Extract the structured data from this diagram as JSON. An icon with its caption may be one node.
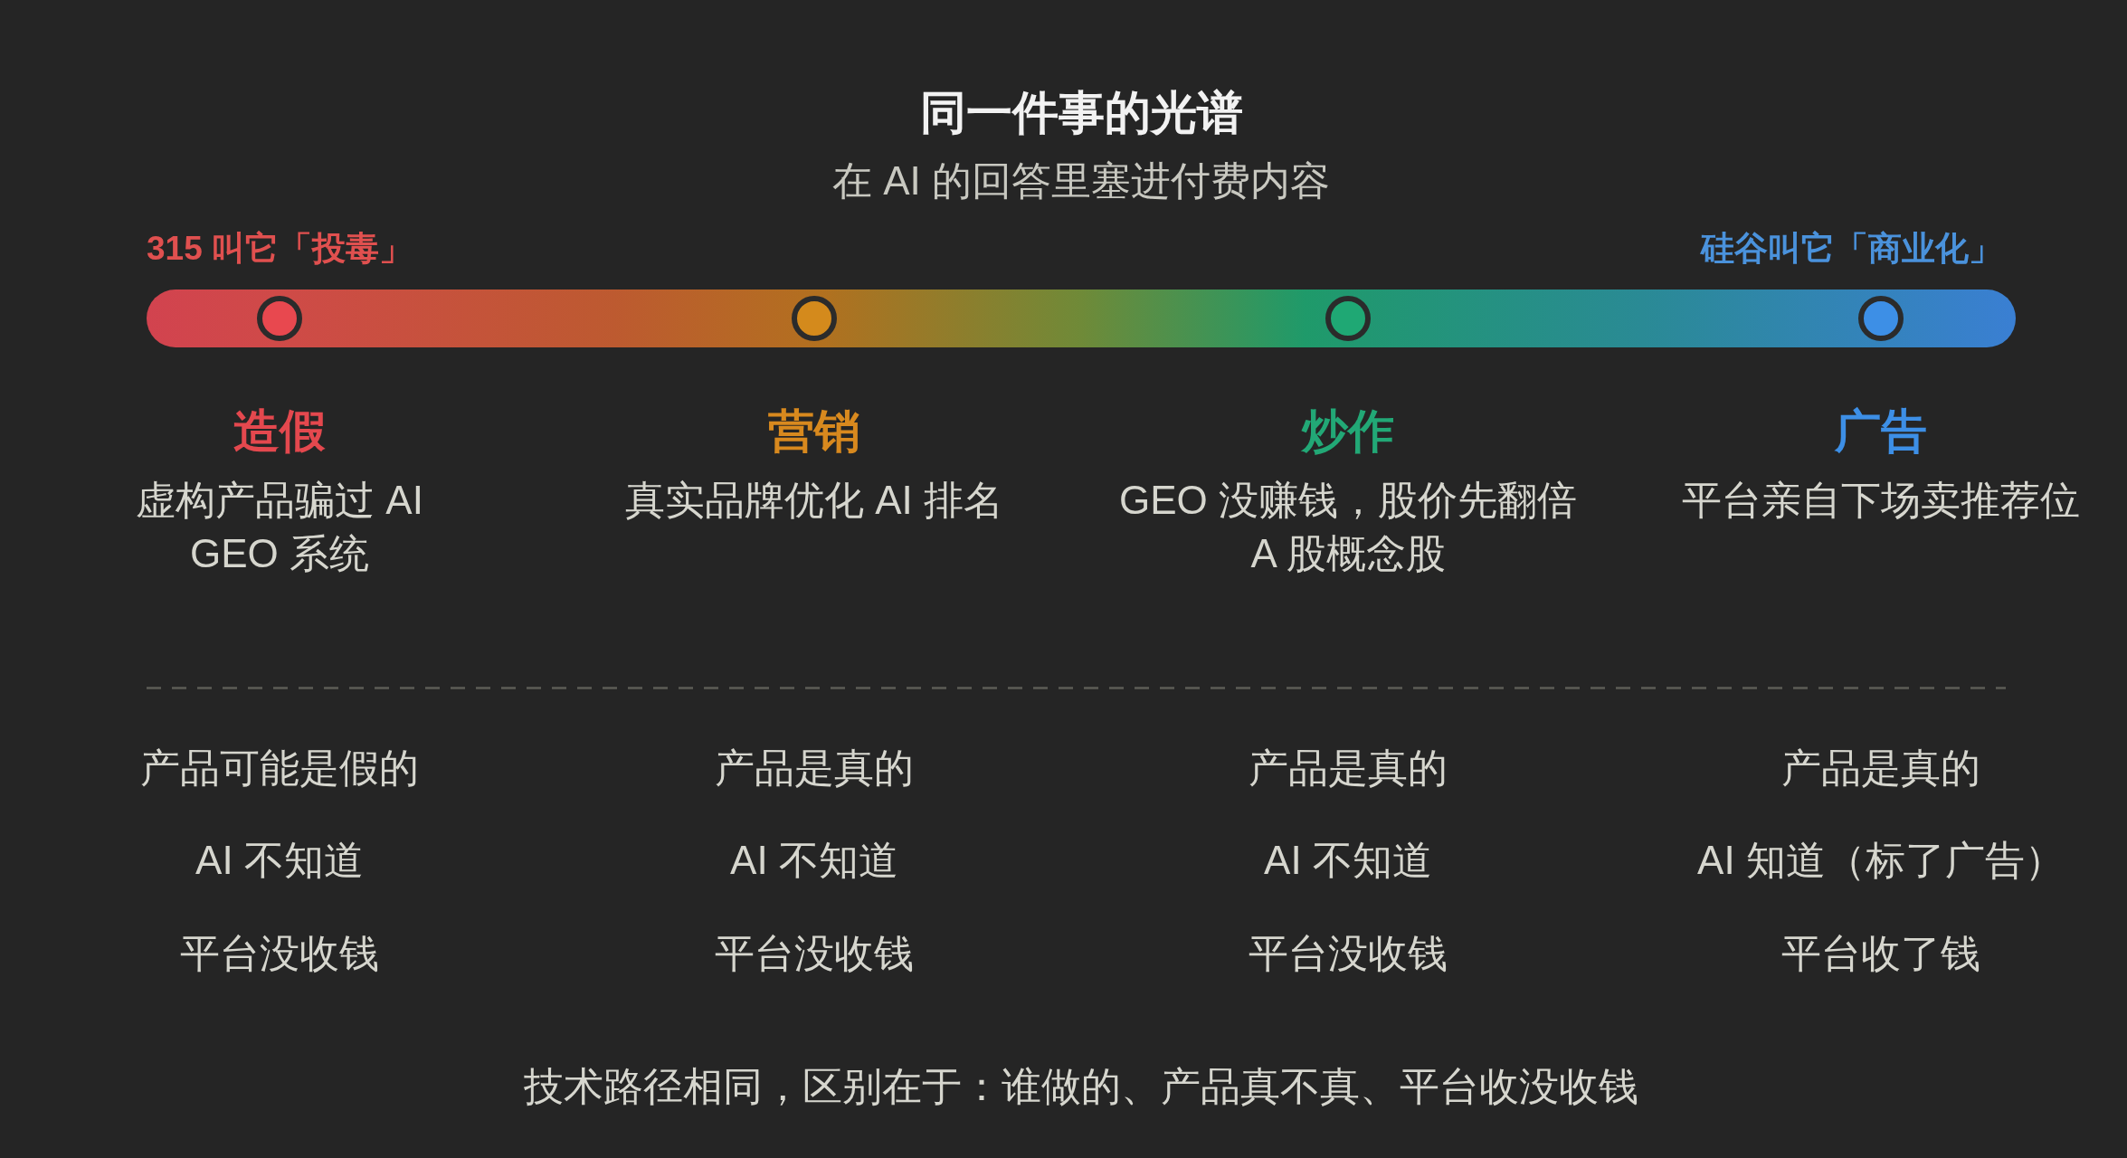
{
  "diagram": {
    "title": "同一件事的光谱",
    "caption": "技术路径相同，区别在于：谁做的、产品真不真、平台收没收钱",
    "labels": [
      "在 AI 的回答里塞进付费内容",
      "315 叫它「投毒」",
      "硅谷叫它「商业化」",
      "造假",
      "营销",
      "炒作",
      "广告",
      "虚构产品骗过 AI",
      "真实品牌优化 AI 排名",
      "GEO 没赚钱，股价先翻倍",
      "平台亲自下场卖推荐位",
      "GEO 系统",
      "A 股概念股",
      "产品可能是假的",
      "产品是真的",
      "产品是真的",
      "产品是真的",
      "AI 不知道",
      "AI 不知道",
      "AI 不知道",
      "AI 知道（标了广告）",
      "平台没收钱",
      "平台没收钱",
      "平台没收钱",
      "平台收了钱"
    ]
  }
}
